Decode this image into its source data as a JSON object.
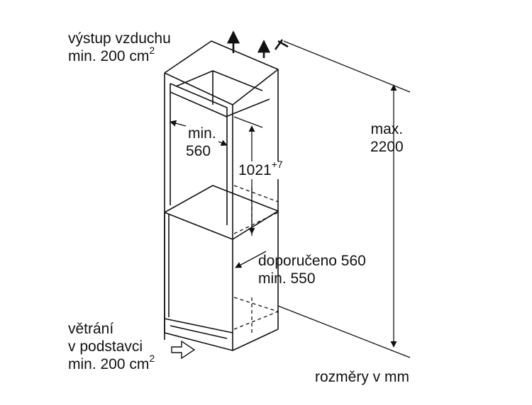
{
  "labels": {
    "air_outlet_line1": "výstup vzduchu",
    "air_outlet_line2": "min. 200 cm",
    "air_outlet_sup": "2",
    "niche_width_line1": "min.",
    "niche_width_line2": "560",
    "niche_height_value": "1021",
    "niche_height_sup": "+7",
    "total_height_line1": "max.",
    "total_height_line2": "2200",
    "depth_line1": "doporučeno 560",
    "depth_line2": "min. 550",
    "base_vent_line1": "větrání",
    "base_vent_line2": "v podstavci",
    "base_vent_line3": "min. 200 cm",
    "base_vent_sup": "2",
    "units_note": "rozměry v mm"
  }
}
